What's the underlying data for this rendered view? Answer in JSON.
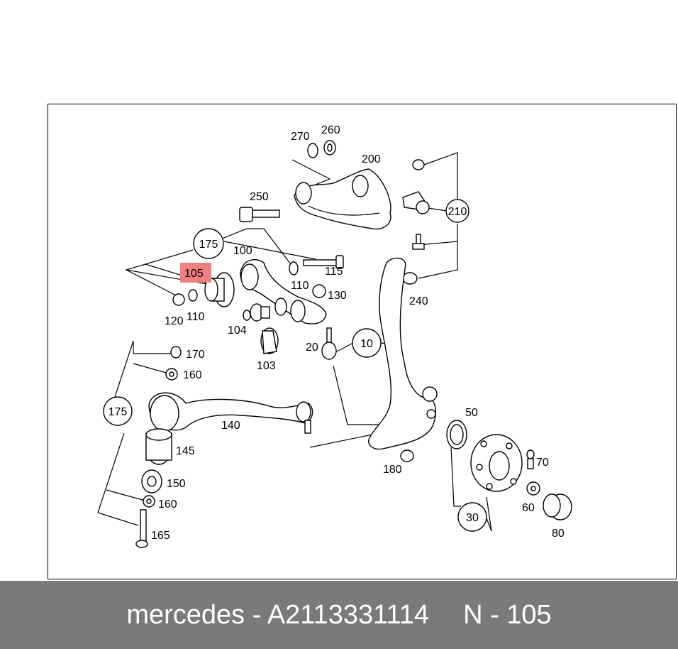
{
  "labels": {
    "l270": "270",
    "l260": "260",
    "l200": "200",
    "l250": "250",
    "l210": "210",
    "l175a": "175",
    "l100": "100",
    "l115": "115",
    "l105": "105",
    "l110a": "110",
    "l110b": "110",
    "l130": "130",
    "l240": "240",
    "l120": "120",
    "l104": "104",
    "l20": "20",
    "l10": "10",
    "l103": "103",
    "l170": "170",
    "l160a": "160",
    "l175b": "175",
    "l140": "140",
    "l145": "145",
    "l150": "150",
    "l160b": "160",
    "l165": "165",
    "l50": "50",
    "l70": "70",
    "l180": "180",
    "l60": "60",
    "l30": "30",
    "l80": "80"
  },
  "highlight": {
    "label": "105",
    "color": "#f08080"
  },
  "footer": {
    "brand_part": "mercedes - A2113331114",
    "position": "N - 105"
  },
  "colors": {
    "footer_bg": "#7a7a7a",
    "footer_text": "#ffffff"
  }
}
